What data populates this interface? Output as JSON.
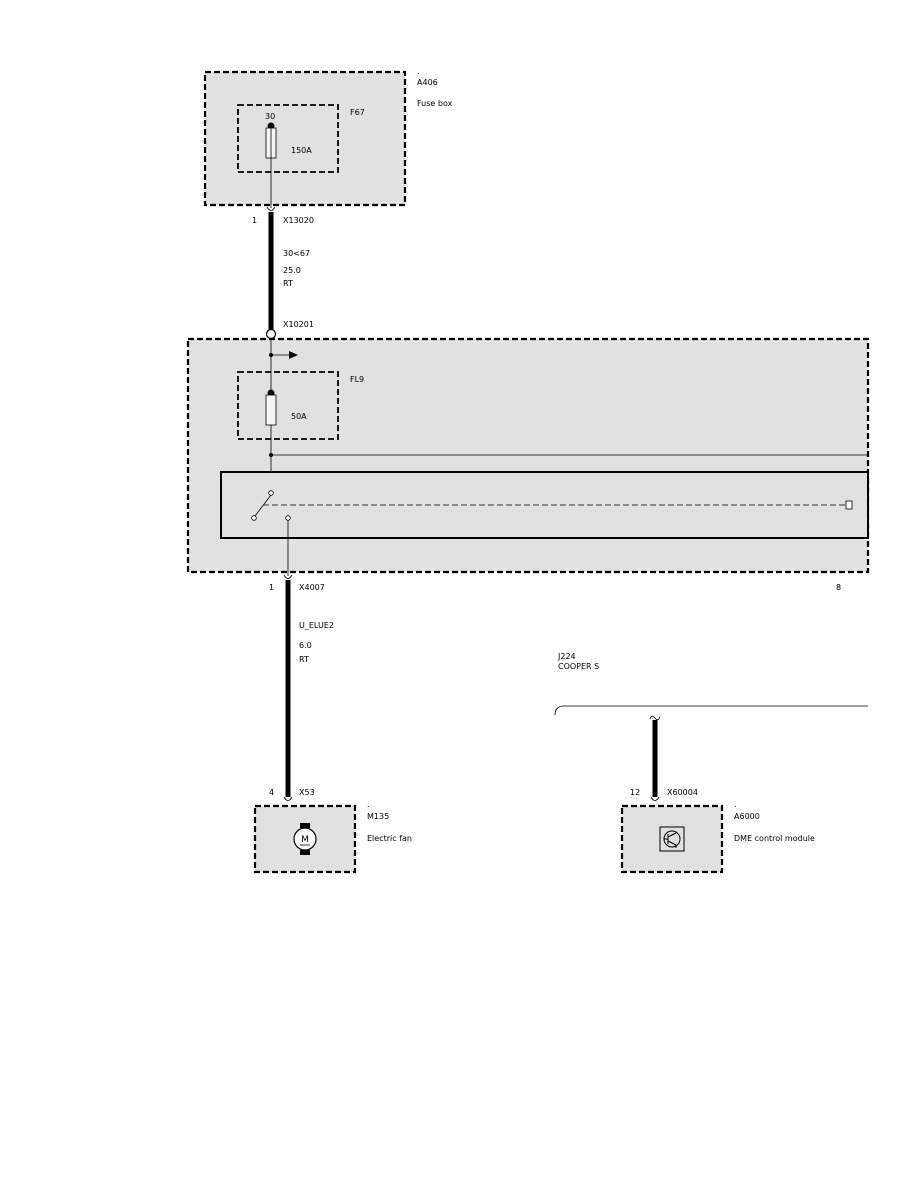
{
  "components": {
    "a406": {
      "dot": ".",
      "id": "A406",
      "desc": "Fuse box"
    },
    "f67": {
      "id": "F67",
      "pin": "30",
      "rating": "150A"
    },
    "fl9": {
      "id": "FL9",
      "rating": "50A"
    },
    "m135": {
      "dot": ".",
      "id": "M135",
      "desc": "Electric fan"
    },
    "a6000": {
      "dot": ".",
      "id": "A6000",
      "desc": "DME control module"
    }
  },
  "connectors": {
    "x13020": {
      "pin": "1",
      "id": "X13020"
    },
    "x10201": {
      "id": "X10201"
    },
    "x4007": {
      "pin": "1",
      "id": "X4007",
      "pin_right": "8"
    },
    "x53": {
      "pin": "4",
      "id": "X53"
    },
    "x60004": {
      "pin": "12",
      "id": "X60004"
    }
  },
  "wires": {
    "w1": {
      "signal": "30<67",
      "gauge": "25.0",
      "color": "RT"
    },
    "w2": {
      "signal": "U_ELUE2",
      "gauge": "6.0",
      "color": "RT"
    }
  },
  "option": {
    "code": "J224",
    "label": "COOPER S"
  },
  "motor_symbol": "M"
}
